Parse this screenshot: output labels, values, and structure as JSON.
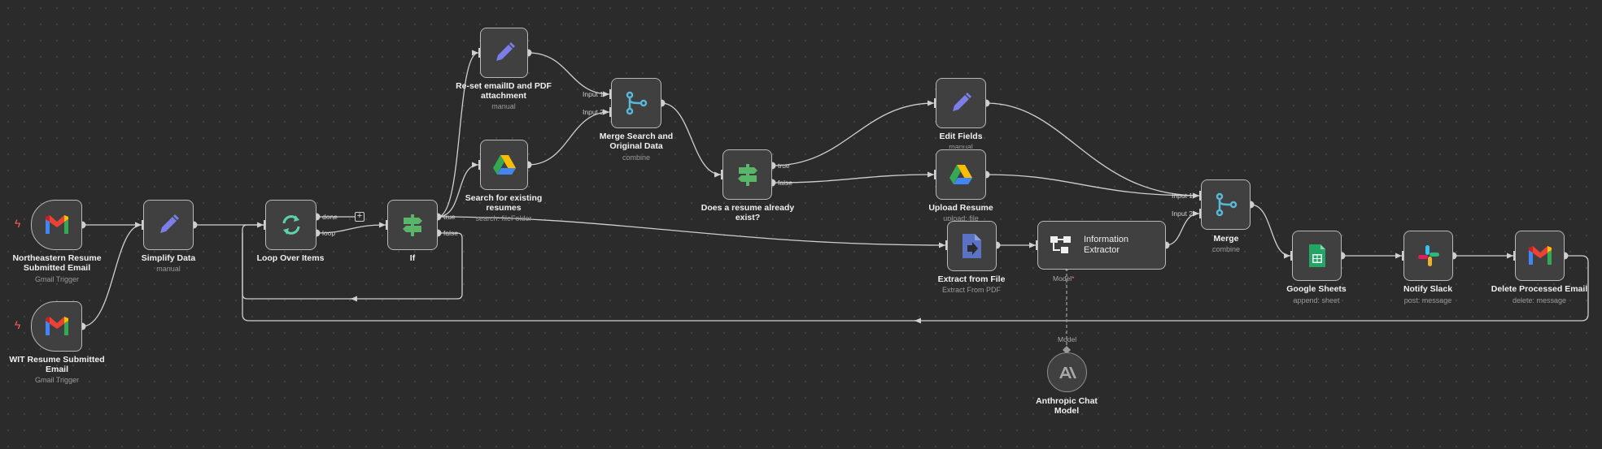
{
  "nodes": {
    "northeastern_trigger": {
      "title": "Northeastern Resume Submitted Email",
      "subtitle": "Gmail Trigger",
      "icon": "gmail-icon"
    },
    "wit_trigger": {
      "title": "WIT Resume Submitted Email",
      "subtitle": "Gmail Trigger",
      "icon": "gmail-icon"
    },
    "simplify": {
      "title": "Simplify Data",
      "subtitle": "manual",
      "icon": "pencil-icon"
    },
    "loop": {
      "title": "Loop Over Items",
      "icon": "loop-icon"
    },
    "if": {
      "title": "If",
      "icon": "signpost-icon"
    },
    "reset": {
      "title": "Re-set emailID and PDF attachment",
      "subtitle": "manual",
      "icon": "pencil-icon"
    },
    "search": {
      "title": "Search for existing resumes",
      "subtitle": "search: fileFolder",
      "icon": "google-drive-icon"
    },
    "merge_search": {
      "title": "Merge Search and Original Data",
      "subtitle": "combine",
      "icon": "merge-icon"
    },
    "does_exist": {
      "title": "Does a resume already exist?",
      "icon": "signpost-icon"
    },
    "edit_fields": {
      "title": "Edit Fields",
      "subtitle": "manual",
      "icon": "pencil-icon"
    },
    "upload": {
      "title": "Upload Resume",
      "subtitle": "upload: file",
      "icon": "google-drive-icon"
    },
    "extract": {
      "title": "Extract from File",
      "subtitle": "Extract From PDF",
      "icon": "file-extract-icon"
    },
    "info_extractor": {
      "title": "Information Extractor",
      "icon": "extractor-icon"
    },
    "merge": {
      "title": "Merge",
      "subtitle": "combine",
      "icon": "merge-icon"
    },
    "sheets": {
      "title": "Google Sheets",
      "subtitle": "append: sheet",
      "icon": "google-sheets-icon"
    },
    "slack": {
      "title": "Notify Slack",
      "subtitle": "post: message",
      "icon": "slack-icon"
    },
    "delete_email": {
      "title": "Delete Processed Email",
      "subtitle": "delete: message",
      "icon": "gmail-icon"
    },
    "anthropic": {
      "title": "Anthropic Chat Model",
      "icon": "anthropic-icon"
    }
  },
  "ports": {
    "loop_done": "done",
    "loop_loop": "loop",
    "if_true": "true",
    "if_false": "false",
    "merge_search_input1": "Input 1",
    "merge_search_input2": "Input 2",
    "exist_true": "true",
    "exist_false": "false",
    "merge_input1": "Input 1",
    "merge_input2": "Input 2",
    "model_out": "Model",
    "model_in": "Model",
    "required_mark": "*"
  },
  "colors": {
    "canvas_bg": "#2b2b2b",
    "node_bg": "#404040",
    "node_border": "#b8b8b8",
    "edge": "#cfcfcf",
    "trigger_bolt": "#ff5a5a",
    "gmail_red": "#ea4335",
    "gmail_blue": "#4285f4",
    "gmail_green": "#34a853",
    "gmail_yellow": "#fbbc04",
    "pencil": "#7b7ee8",
    "loop_green": "#5fd3a8",
    "if_green": "#58b56a",
    "merge_cyan": "#59b8d8",
    "extract_blue": "#5b72c4",
    "sheets_green": "#23a566"
  }
}
